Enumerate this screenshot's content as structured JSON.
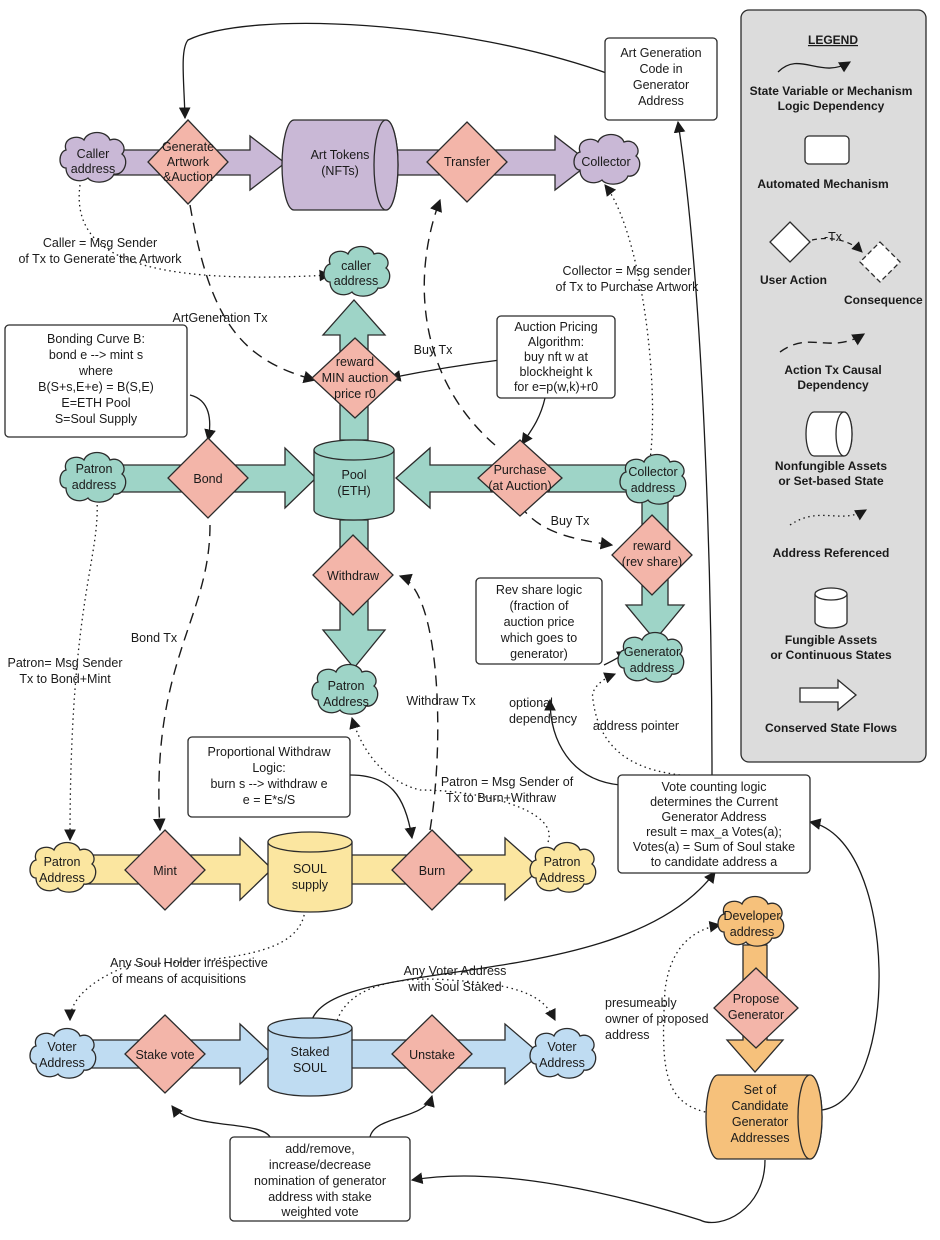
{
  "colors": {
    "purple": "#c9b8d6",
    "teal": "#9ed4c7",
    "yellow": "#fbe6a0",
    "blue": "#bfdcf2",
    "orange": "#f6c17b",
    "pink": "#f3b5a9",
    "legend_bg": "#dcdcdc",
    "stroke": "#2b2b2b"
  },
  "legend": {
    "title": "LEGEND",
    "items": [
      {
        "name": "state-variable",
        "label": [
          "State Variable or Mechanism",
          "Logic Dependency"
        ],
        "icon": "solid-arrow-icon"
      },
      {
        "name": "automated-mechanism",
        "label": [
          "Automated Mechanism"
        ],
        "icon": "rounded-box-icon"
      },
      {
        "name": "user-action",
        "label": [
          "User Action"
        ],
        "icon": "diamond-icon"
      },
      {
        "name": "consequence",
        "label": [
          "Consequence"
        ],
        "icon": "dashed-diamond-icon"
      },
      {
        "name": "tx",
        "label": [
          "-Tx"
        ],
        "icon": "tx-label"
      },
      {
        "name": "action-tx",
        "label": [
          "Action Tx Causal",
          "Dependency"
        ],
        "icon": "dashed-arrow-icon"
      },
      {
        "name": "nonfungible",
        "label": [
          "Nonfungible Assets",
          "or Set-based State"
        ],
        "icon": "horizontal-cylinder-icon"
      },
      {
        "name": "address-referenced",
        "label": [
          "Address Referenced"
        ],
        "icon": "dotted-arrow-icon"
      },
      {
        "name": "fungible",
        "label": [
          "Fungible Assets",
          "or Continuous States"
        ],
        "icon": "vertical-cylinder-icon"
      },
      {
        "name": "conserved",
        "label": [
          "Conserved State Flows"
        ],
        "icon": "block-arrow-icon"
      }
    ]
  },
  "nodes": {
    "caller_address": [
      "Caller",
      "address"
    ],
    "generate": [
      "Generate",
      "Artwork",
      "&Auction"
    ],
    "art_tokens": [
      "Art Tokens",
      "(NFTs)"
    ],
    "transfer": [
      "Transfer"
    ],
    "collector_top": [
      "Collector"
    ],
    "art_code": [
      "Art Generation",
      "Code in",
      "Generator",
      "Address"
    ],
    "caller_address2": [
      "caller",
      "address"
    ],
    "reward_min": [
      "reward",
      "MIN auction",
      "price r0"
    ],
    "bonding_curve": [
      "Bonding Curve B:",
      "bond e --> mint s",
      "where",
      "B(S+s,E+e) = B(S,E)",
      "E=ETH Pool",
      "S=Soul Supply"
    ],
    "auction_pricing": [
      "Auction Pricing",
      "Algorithm:",
      "buy nft w at",
      "blockheight k",
      "for e=p(w,k)+r0"
    ],
    "patron_address_teal": [
      "Patron",
      "address"
    ],
    "bond": [
      "Bond"
    ],
    "pool": [
      "Pool",
      "(ETH)"
    ],
    "purchase": [
      "Purchase",
      "(at Auction)"
    ],
    "collector_address": [
      "Collector",
      "address"
    ],
    "reward_rev": [
      "reward",
      "(rev share)"
    ],
    "withdraw": [
      "Withdraw"
    ],
    "rev_share_logic": [
      "Rev share logic",
      "(fraction of",
      "auction price",
      "which goes to",
      "generator)"
    ],
    "generator_address": [
      "Generator",
      "address"
    ],
    "patron_address_teal2": [
      "Patron",
      "Address"
    ],
    "prop_withdraw": [
      "Proportional Withdraw",
      "Logic:",
      "burn s --> withdraw e",
      "e = E*s/S"
    ],
    "vote_counting": [
      "Vote counting logic",
      "determines the Current",
      "Generator Address",
      "result = max_a Votes(a);",
      "Votes(a) = Sum of Soul stake",
      "to candidate address a"
    ],
    "patron_address_yellow": [
      "Patron",
      "Address"
    ],
    "mint": [
      "Mint"
    ],
    "soul_supply": [
      "SOUL",
      "supply"
    ],
    "burn": [
      "Burn"
    ],
    "patron_address_yellow2": [
      "Patron",
      "Address"
    ],
    "developer_address": [
      "Developer",
      "address"
    ],
    "propose_generator": [
      "Propose",
      "Generator"
    ],
    "voter_address": [
      "Voter",
      "Address"
    ],
    "stake_vote": [
      "Stake vote"
    ],
    "staked_soul": [
      "Staked",
      "SOUL"
    ],
    "unstake": [
      "Unstake"
    ],
    "voter_address2": [
      "Voter",
      "Address"
    ],
    "candidate_set": [
      "Set of",
      "Candidate",
      "Generator",
      "Addresses"
    ],
    "add_remove": [
      "add/remove,",
      "increase/decrease",
      "nomination of generator",
      "address with stake",
      "weighted vote"
    ]
  },
  "edge_labels": {
    "caller_note": [
      "Caller = Msg Sender",
      "of Tx to Generate the Artwork"
    ],
    "art_gen_tx": [
      "ArtGeneration Tx"
    ],
    "collector_note": [
      "Collector  = Msg sender",
      "of Tx to Purchase Artwork"
    ],
    "buy_tx_1": [
      "Buy Tx"
    ],
    "buy_tx_2": [
      "Buy Tx"
    ],
    "bond_tx": [
      "Bond Tx"
    ],
    "patron_note": [
      "Patron= Msg Sender",
      "Tx to Bond+Mint"
    ],
    "withdraw_tx": [
      "Withdraw Tx"
    ],
    "optional_dep": [
      "optional",
      "dependency"
    ],
    "address_pointer": [
      "address pointer"
    ],
    "patron_burn_note": [
      "Patron = Msg Sender of",
      "Tx to Burn+Withraw"
    ],
    "soul_holder_note": [
      "Any Soul Holder irrespective",
      "of means of acquisitions"
    ],
    "voter_note": [
      "Any Voter Address",
      "with Soul Staked"
    ],
    "presumeably": [
      "presumeably",
      "owner of proposed",
      "address"
    ]
  }
}
